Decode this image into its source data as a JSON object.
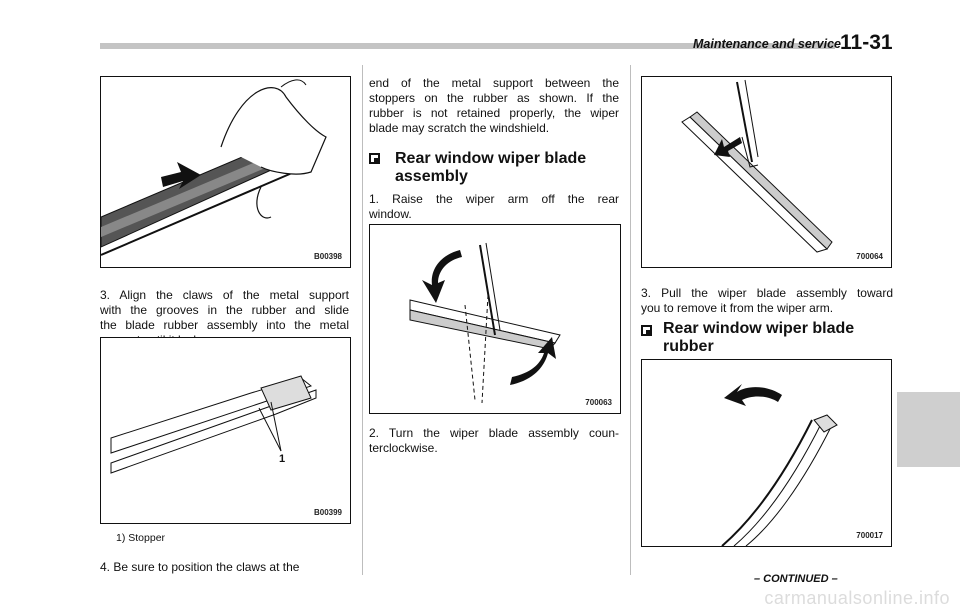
{
  "header": {
    "section": "Maintenance and service",
    "page": "11-31"
  },
  "col1": {
    "fig1_code": "B00398",
    "step3": [
      "3.  Align the claws of the metal support",
      "with the grooves in the rubber and slide",
      "the blade rubber assembly into the metal",
      "support until it locks."
    ],
    "fig2_code": "B00399",
    "fig2_callout": "1",
    "caption": "1)   Stopper",
    "step4_start": "4.  Be sure to position the claws at the"
  },
  "col2": {
    "step4_cont": [
      "end of the metal support between the",
      "stoppers on the rubber as shown. If the",
      "rubber is not retained properly, the wiper",
      "blade may scratch the windshield."
    ],
    "heading": [
      "Rear window wiper blade",
      "assembly"
    ],
    "step1": [
      "1.  Raise the wiper arm off the rear",
      "window."
    ],
    "fig3_code": "700063",
    "step2": [
      "2.  Turn the wiper blade assembly coun-",
      "terclockwise."
    ]
  },
  "col3": {
    "fig4_code": "700064",
    "step3": [
      "3.  Pull the wiper blade assembly toward",
      "you to remove it from the wiper arm."
    ],
    "heading": [
      "Rear window wiper blade",
      "rubber"
    ],
    "fig5_code": "700017",
    "continued": "– CONTINUED –"
  },
  "watermark": "carmanualsonline.info"
}
